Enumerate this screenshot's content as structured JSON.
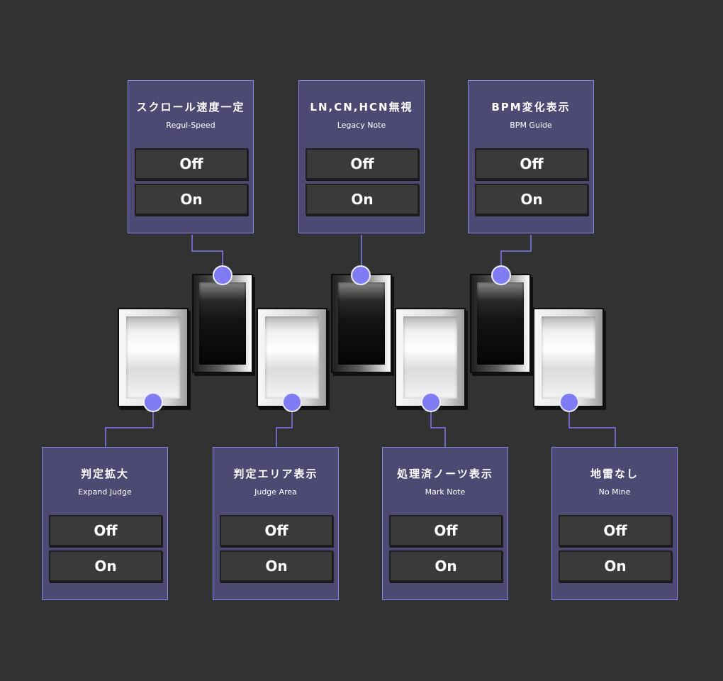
{
  "colors": {
    "background": "#323232",
    "panel_fill": "#4c4a72",
    "panel_border": "#8a86e6",
    "button_fill": "#3a3a3a",
    "connector": "#7f7bf3"
  },
  "panels": {
    "regul_speed": {
      "title": "スクロール速度一定",
      "subtitle": "Regul-Speed",
      "off_label": "Off",
      "on_label": "On"
    },
    "legacy_note": {
      "title": "LN,CN,HCN無視",
      "subtitle": "Legacy Note",
      "off_label": "Off",
      "on_label": "On"
    },
    "bpm_guide": {
      "title": "BPM変化表示",
      "subtitle": "BPM Guide",
      "off_label": "Off",
      "on_label": "On"
    },
    "expand_judge": {
      "title": "判定拡大",
      "subtitle": "Expand Judge",
      "off_label": "Off",
      "on_label": "On"
    },
    "judge_area": {
      "title": "判定エリア表示",
      "subtitle": "Judge Area",
      "off_label": "Off",
      "on_label": "On"
    },
    "mark_note": {
      "title": "処理済ノーツ表示",
      "subtitle": "Mark Note",
      "off_label": "Off",
      "on_label": "On"
    },
    "no_mine": {
      "title": "地雷なし",
      "subtitle": "No Mine",
      "off_label": "Off",
      "on_label": "On"
    }
  },
  "keys": [
    "white",
    "black",
    "white",
    "black",
    "white",
    "black",
    "white"
  ]
}
